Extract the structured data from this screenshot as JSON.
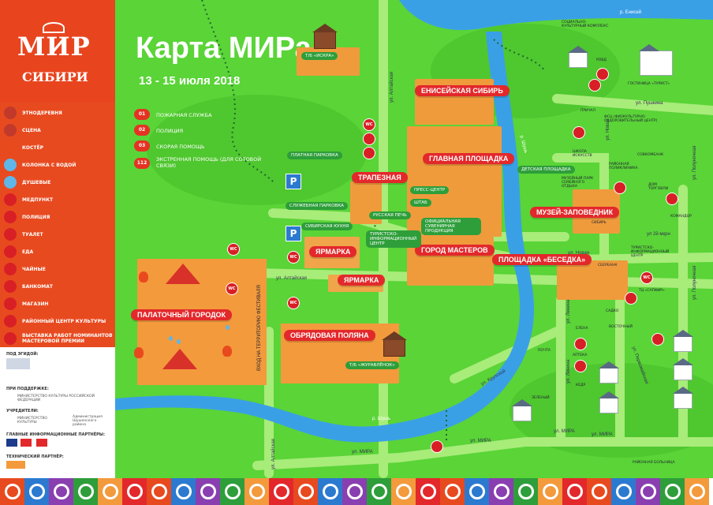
{
  "header": {
    "title": "Карта МИРа",
    "dates": "13 - 15 июля 2018"
  },
  "logo": {
    "line1": "МИР",
    "line2": "СИБИРИ"
  },
  "legend": [
    {
      "label": "ЭТНОДЕРЕВНЯ",
      "icon": "tent-icon",
      "color": "#c0392b"
    },
    {
      "label": "СЦЕНА",
      "icon": "stage-icon",
      "color": "#c0392b"
    },
    {
      "label": "КОСТЁР",
      "icon": "fire-icon",
      "color": "#e94a1d"
    },
    {
      "label": "КОЛОНКА С ВОДОЙ",
      "icon": "water-icon",
      "color": "#5fb6e8"
    },
    {
      "label": "ДУШЕВЫЕ",
      "icon": "shower-icon",
      "color": "#5fb6e8"
    },
    {
      "label": "МЕДПУНКТ",
      "icon": "medical-cross-icon",
      "color": "#d81f26"
    },
    {
      "label": "ПОЛИЦИЯ",
      "icon": "police-star-icon",
      "color": "#d81f26"
    },
    {
      "label": "ТУАЛЕТ",
      "icon": "wc-icon",
      "color": "#d81f26"
    },
    {
      "label": "ЕДА",
      "icon": "food-icon",
      "color": "#d81f26"
    },
    {
      "label": "ЧАЙНЫЕ",
      "icon": "tea-icon",
      "color": "#d81f26"
    },
    {
      "label": "БАНКОМАТ",
      "icon": "atm-icon",
      "color": "#d81f26"
    },
    {
      "label": "МАГАЗИН",
      "icon": "shop-icon",
      "color": "#d81f26"
    },
    {
      "label": "РАЙОННЫЙ ЦЕНТР КУЛЬТУРЫ",
      "icon": "culture-icon",
      "color": "#d81f26"
    },
    {
      "label": "ВЫСТАВКА РАБОТ НОМИНАНТОВ МАСТЕРОВОЙ ПРЕМИИ",
      "icon": "exhibition-icon",
      "color": "#d81f26"
    }
  ],
  "sponsors": {
    "under_patronage": "ПОД ЭГИДОЙ:",
    "supported_by": "ПРИ ПОДДЕРЖКЕ:",
    "founders": "УЧРЕДИТЕЛИ:",
    "partners": "ГЛАВНЫЕ ИНФОРМАЦИОННЫЕ ПАРТНЁРЫ:",
    "tech_partner": "ТЕХНИЧЕСКИЙ ПАРТНЁР:",
    "ministry_culture": "МИНИСТЕРСТВО КУЛЬТУРЫ РОССИЙСКОЙ ФЕДЕРАЦИИ",
    "ministry_kray": "МИНИСТЕРСТВО КУЛЬТУРЫ",
    "admin": "Администрация Шушенского района"
  },
  "emergency": [
    {
      "num": "01",
      "label": "ПОЖАРНАЯ СЛУЖБА"
    },
    {
      "num": "02",
      "label": "ПОЛИЦИЯ"
    },
    {
      "num": "03",
      "label": "СКОРАЯ ПОМОЩЬ"
    },
    {
      "num": "112",
      "label": "ЭКСТРЕННАЯ ПОМОЩЬ (ДЛЯ СОТОВОЙ СВЯЗИ)"
    }
  ],
  "zones": {
    "yenisei_siberia": "ЕНИСЕЙСКАЯ СИБИРЬ",
    "main_stage": "ГЛАВНАЯ ПЛОЩАДКА",
    "trapeznaya": "ТРАПЕЗНАЯ",
    "fair1": "ЯРМАРКА",
    "fair2": "ЯРМАРКА",
    "masters": "ГОРОД МАСТЕРОВ",
    "besedka": "ПЛОЩАДКА «БЕСЕДКА»",
    "museum": "МУЗЕЙ-ЗАПОВЕДНИК",
    "tent_city": "ПАЛАТОЧНЫЙ ГОРОДОК",
    "ritual": "ОБРЯДОВАЯ ПОЛЯНА"
  },
  "labels": {
    "paid_parking": "ПЛАТНАЯ ПАРКОВКА",
    "service_parking": "СЛУЖЕБНАЯ ПАРКОВКА",
    "siberian_kitchen": "СИБИРСКАЯ КУХНЯ",
    "russian_oven": "РУССКАЯ ПЕЧЬ",
    "press_center": "ПРЕСС-ЦЕНТР",
    "hq": "ШТАБ",
    "kids_area": "ДЕТСКАЯ ПЛОЩАДКА",
    "tourist_info1": "ТУРИСТСКО-ИНФОРМАЦИОННЫЙ ЦЕНТР",
    "souvenir": "ОФИЦИАЛЬНАЯ СУВЕНИРНАЯ ПРОДУКЦИЯ",
    "tb_iskra": "Т/Б «ИСКРА»",
    "tb_zhuravlenok": "Т/Б «ЖУРАВЛЁНОК»",
    "hotel": "ГОСТИНИЦА «ТУРИСТ»",
    "social_complex": "СОЦИАЛЬНО-КУЛЬТУРНЫЙ КОМПЛЕКС",
    "rovd": "РОВД",
    "prichal": "ПРИЧАЛ",
    "fsc": "ФСЦ (ФИЗКУЛЬТУРНО-ОЗДОРОВИТЕЛЬНЫЙ ЦЕНТР)",
    "art_school": "ШКОЛА ИСКУССТВ",
    "museum_park": "МУЗЕЙНЫЙ ПАРК СЕМЕЙНОГО ОТДЫХА",
    "sovkombank": "СОВКОМБАНК",
    "district_polyclinic": "РАЙОННАЯ ПОЛИКЛИНИКА",
    "trade_house": "ДОМ ТОРГОВЛИ",
    "komandor": "КОМАНДОР",
    "sibir": "СИБИРЬ",
    "tourist_info2": "ТУРИСТСКО-ИНФОРМАЦИОННЫЙ ЦЕНТР",
    "sberbank": "СБЕРБАНК",
    "tc_sapfir": "ТЦ «САПФИР»",
    "sadko": "САДКО",
    "vostochny": "ВОСТОЧНЫЙ",
    "elena": "ЕЛЕНА",
    "pochta": "ПОЧТА",
    "apteka": "АПТЕКА",
    "kedr": "КЕДР",
    "zeleny": "ЗЕЛЕНЫЙ",
    "district_hospital": "РАЙОННАЯ БОЛЬНИЦА",
    "entrance": "ВХОД НА ТЕРРИТОРИЮ ФЕСТИВАЛЯ"
  },
  "streets": {
    "yenisei": "р. Енисей",
    "shush_river": "р. Шушь",
    "shush_river2": "р. Шушь",
    "altaiskaya_v": "ул. Алтайская",
    "altaiskaya_h": "ул. Алтайская",
    "altaiskaya_bottom": "ул. Алтайская",
    "pushkina": "ул. Пушкина",
    "novaya": "ул. Новая",
    "novaya2": "ул. Новая",
    "polunovaya1": "ул. Полуночная",
    "polunovaya2": "ул. Полуночная",
    "mkr2": "ул 2й мкрн",
    "lenina": "ул. Ленина",
    "lenina2": "ул. Ленина",
    "pervomaiskaya": "ул. Первомайская",
    "krupskoi": "ул. Крупской",
    "mira1": "ул. МИРА",
    "mira2": "ул. МИРА",
    "mira3": "ул. МИРА",
    "mira4": "ул. МИРА"
  },
  "colors": {
    "map_green": "#5ad437",
    "road": "#a8ec7a",
    "river": "#3aa0e6",
    "zone_orange": "#ef9b3c",
    "tag_red": "#e3282b",
    "sidebar_orange": "#e84a1f"
  }
}
